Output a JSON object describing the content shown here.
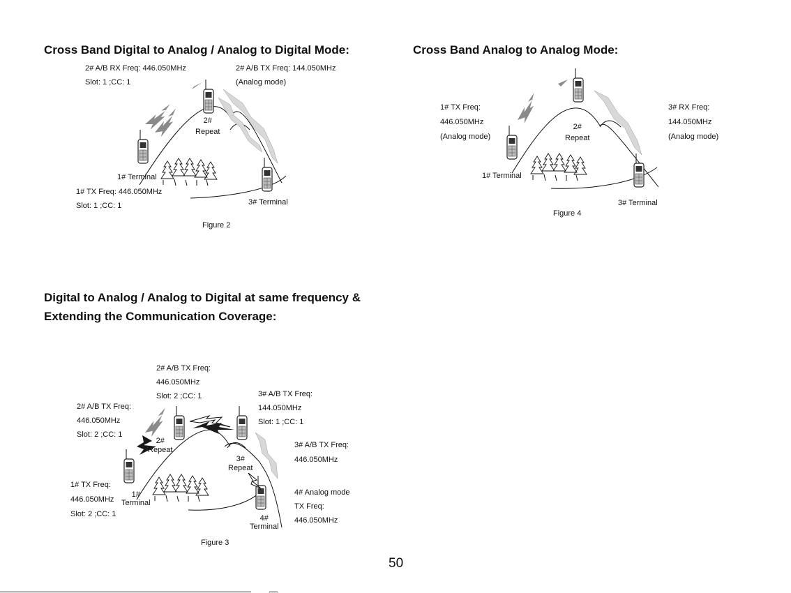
{
  "headings": {
    "fig2": "Cross Band Digital to Analog / Analog to Digital Mode:",
    "fig4": "Cross Band Analog to Analog Mode:",
    "fig3_line1": "Digital to Analog / Analog to Digital at same frequency &",
    "fig3_line2": "Extending the Communication Coverage:"
  },
  "figure2": {
    "rx_label": "2# A/B RX Freq: 446.050MHz\nSlot: 1 ;CC: 1",
    "tx_label": "2# A/B TX Freq: 144.050MHz\n(Analog mode)",
    "repeat": "2#\nRepeat",
    "terminal1": "1# Terminal",
    "terminal1_tx": "1# TX Freq: 446.050MHz\nSlot: 1 ;CC: 1",
    "terminal3": "3# Terminal",
    "caption": "Figure 2"
  },
  "figure4": {
    "tx_label": "1# TX Freq:\n446.050MHz\n(Analog mode)",
    "rx_label": "3# RX Freq:\n144.050MHz\n(Analog mode)",
    "repeat": "2#\nRepeat",
    "terminal1": "1# Terminal",
    "terminal3": "3# Terminal",
    "caption": "Figure 4"
  },
  "figure3": {
    "rep2_tx_top": "2# A/B TX Freq:\n446.050MHz\nSlot: 2 ;CC: 1",
    "rep2_tx_left": "2# A/B TX Freq:\n446.050MHz\nSlot: 2 ;CC: 1",
    "rep3_tx_top": "3# A/B TX Freq:\n144.050MHz\nSlot: 1 ;CC: 1",
    "rep3_tx_right": "3# A/B TX Freq:\n446.050MHz",
    "repeat2": "2#\nRepeat",
    "repeat3": "3#\nRepeat",
    "terminal1_tx": "1# TX Freq:\n446.050MHz\nSlot: 2 ;CC: 1",
    "terminal1": "1#\nTerminal",
    "terminal4_info": "4# Analog mode\nTX Freq:\n446.050MHz",
    "terminal4": "4#\nTerminal",
    "caption": "Figure 3"
  },
  "page_number": "50"
}
